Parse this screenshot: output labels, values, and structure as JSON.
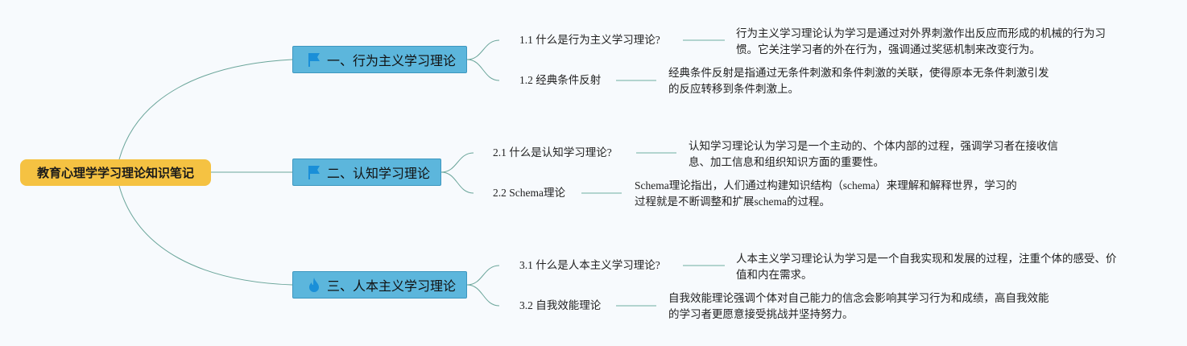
{
  "root": {
    "label": "教育心理学学习理论知识笔记"
  },
  "branches": [
    {
      "label": "一、行为主义学习理论",
      "icon": "flag-icon",
      "subs": [
        {
          "label": "1.1 什么是行为主义学习理论?",
          "desc": [
            "行为主义学习理论认为学习是通过对外界刺激作出反应而形成的机械的行为习",
            "惯。它关注学习者的外在行为，强调通过奖惩机制来改变行为。"
          ]
        },
        {
          "label": "1.2 经典条件反射",
          "desc": [
            "经典条件反射是指通过无条件刺激和条件刺激的关联，使得原本无条件刺激引发",
            "的反应转移到条件刺激上。"
          ]
        }
      ]
    },
    {
      "label": "二、认知学习理论",
      "icon": "flag-icon",
      "subs": [
        {
          "label": "2.1 什么是认知学习理论?",
          "desc": [
            "认知学习理论认为学习是一个主动的、个体内部的过程，强调学习者在接收信",
            "息、加工信息和组织知识方面的重要性。"
          ]
        },
        {
          "label": "2.2 Schema理论",
          "desc": [
            "Schema理论指出，人们通过构建知识结构（schema）来理解和解释世界，学习的",
            "过程就是不断调整和扩展schema的过程。"
          ]
        }
      ]
    },
    {
      "label": "三、人本主义学习理论",
      "icon": "fire-icon",
      "subs": [
        {
          "label": "3.1 什么是人本主义学习理论?",
          "desc": [
            "人本主义学习理论认为学习是一个自我实现和发展的过程，注重个体的感受、价",
            "值和内在需求。"
          ]
        },
        {
          "label": "3.2 自我效能理论",
          "desc": [
            "自我效能理论强调个体对自己能力的信念会影响其学习行为和成绩，高自我效能",
            "的学习者更愿意接受挑战并坚持努力。"
          ]
        }
      ]
    }
  ],
  "colors": {
    "root": "#f5c242",
    "branch": "#5cb6dc",
    "line": "#6aa59a",
    "icon": "#1a8fd8"
  }
}
